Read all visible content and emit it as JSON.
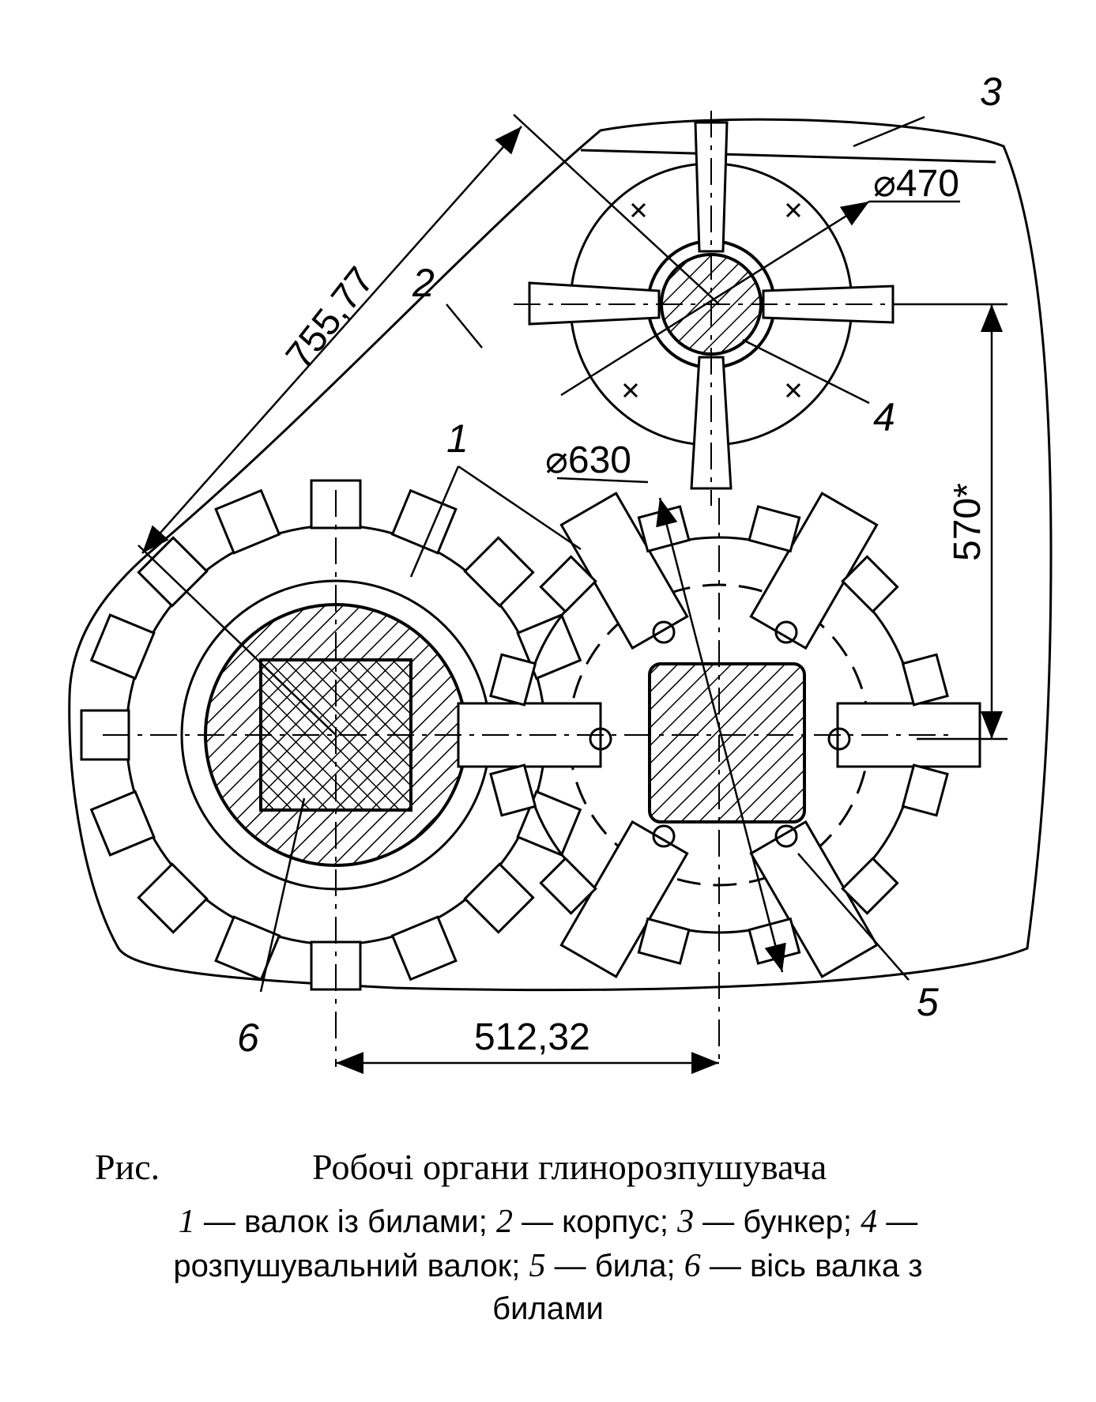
{
  "figure": {
    "labels": {
      "n1": "1",
      "n2": "2",
      "n3": "3",
      "n4": "4",
      "n5": "5",
      "n6": "6"
    },
    "dimensions": {
      "diagonal": "755,77",
      "shaft_distance": "512,32",
      "vertical": "570*",
      "diameter_small": "⌀470",
      "diameter_large": "⌀630"
    }
  },
  "caption": {
    "prefix": "Рис.",
    "title": "Робочі органи глинорозпушувача",
    "legend_line1": [
      {
        "num": "1",
        "text": " — валок із билами; "
      },
      {
        "num": "2",
        "text": " — корпус; "
      },
      {
        "num": "3",
        "text": " — бункер; "
      },
      {
        "num": "4",
        "text": " —"
      }
    ],
    "legend_line2": [
      {
        "num": "",
        "text": "розпушувальний валок; "
      },
      {
        "num": "5",
        "text": " — била; "
      },
      {
        "num": "6",
        "text": " — вісь валка з"
      }
    ],
    "legend_line3": "билами"
  }
}
